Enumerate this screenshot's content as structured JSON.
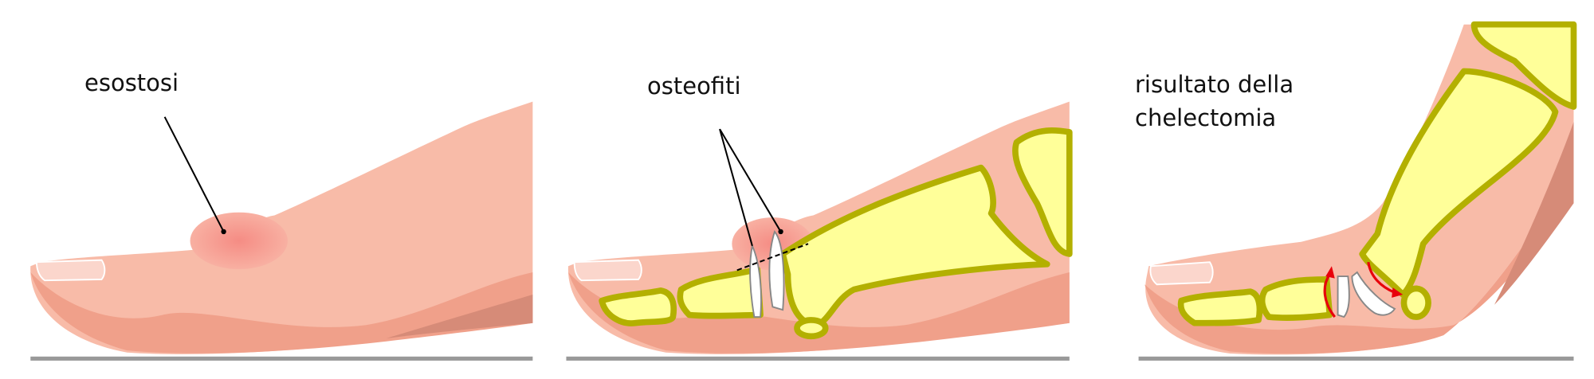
{
  "panels": [
    {
      "label": "esostosi"
    },
    {
      "label": "osteofiti"
    },
    {
      "label_line1": "risultato della",
      "label_line2": "chelectomia"
    }
  ],
  "colors": {
    "skin": "#f8bba8",
    "skin_shadow": "#f0a08a",
    "skin_dark": "#d68b78",
    "bump": "#f4938a",
    "bone_fill": "#ffff99",
    "bone_outline": "#b3b000",
    "cartilage": "#ffffff",
    "arrow": "#e8000b",
    "ground": "#999999"
  }
}
